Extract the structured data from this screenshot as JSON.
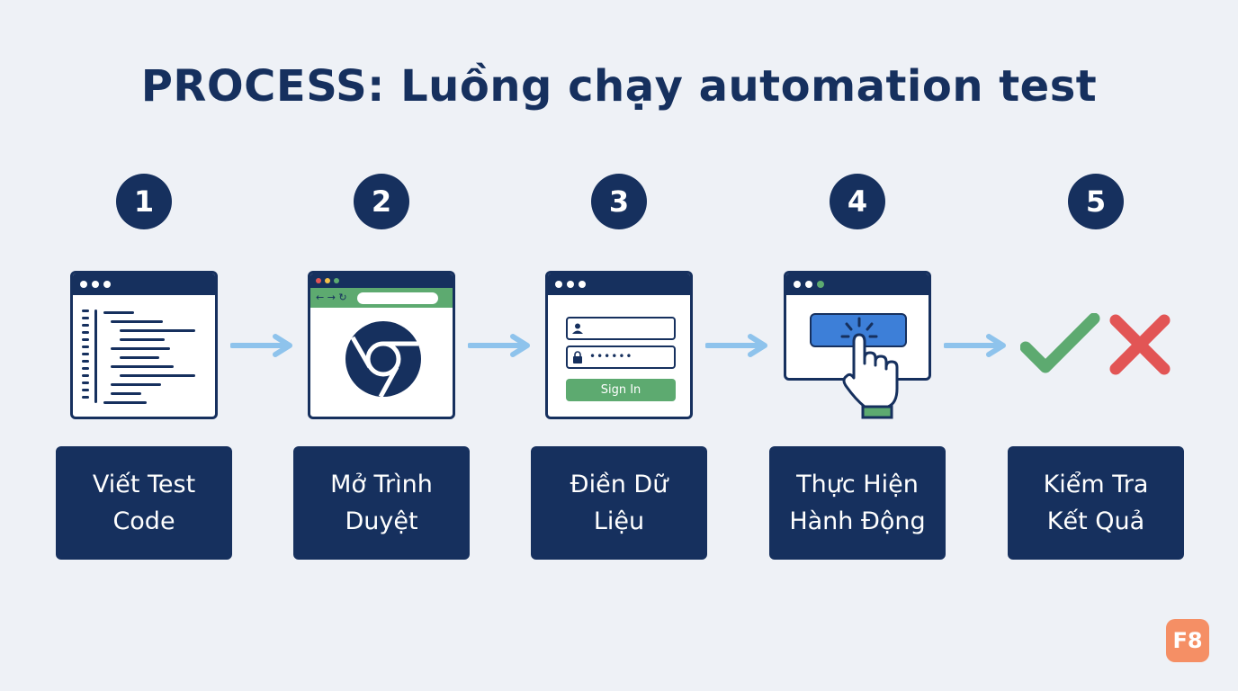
{
  "title": "PROCESS: Luồng chạy automation test",
  "steps": [
    {
      "number": "1",
      "line1": "Viết Test",
      "line2": "Code",
      "icon": "code-editor-icon"
    },
    {
      "number": "2",
      "line1": "Mở Trình",
      "line2": "Duyệt",
      "icon": "chrome-browser-icon"
    },
    {
      "number": "3",
      "line1": "Điền Dữ",
      "line2": "Liệu",
      "icon": "login-form-icon",
      "button_label": "Sign In"
    },
    {
      "number": "4",
      "line1": "Thực Hiện",
      "line2": "Hành Động",
      "icon": "click-hand-icon"
    },
    {
      "number": "5",
      "line1": "Kiểm Tra",
      "line2": "Kết Quả",
      "icon": "pass-fail-icon"
    }
  ],
  "logo": "F8",
  "colors": {
    "navy": "#16305e",
    "background": "#eef1f6",
    "arrow": "#8ec3ec",
    "green": "#5daa70",
    "red": "#e25555",
    "blue": "#3d7fd8",
    "logo": "#f58f65"
  }
}
